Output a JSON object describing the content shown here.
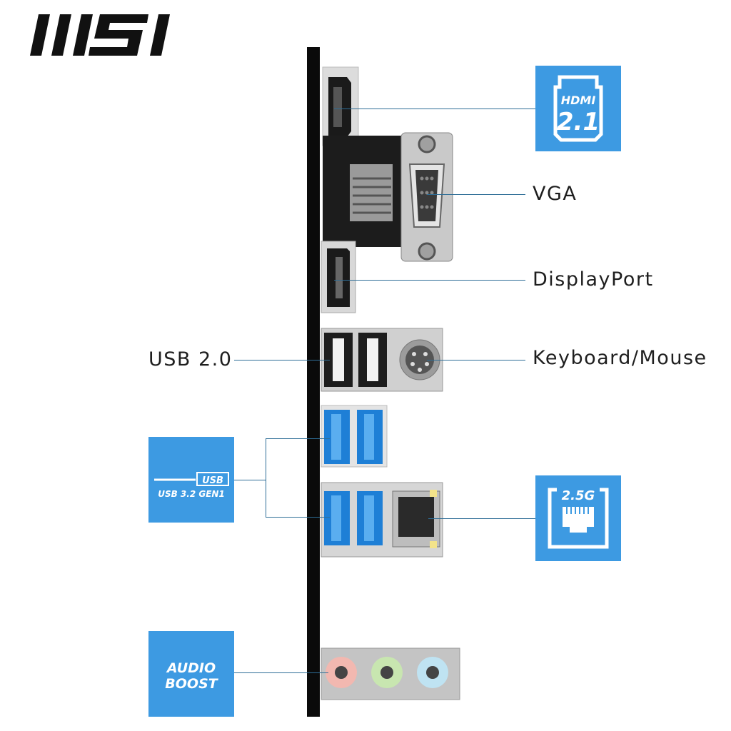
{
  "brand": {
    "logo_text": "MSI"
  },
  "labels": {
    "vga": "VGA",
    "displayport": "DisplayPort",
    "usb20": "USB 2.0",
    "keyboard_mouse": "Keyboard/Mouse"
  },
  "badges": {
    "hdmi": {
      "line1": "HDMI",
      "line2": "2.1"
    },
    "usb32": {
      "tag": "USB",
      "text": "USB 3.2 GEN1"
    },
    "lan": {
      "text": "2.5G"
    },
    "audio": {
      "line1": "AUDIO",
      "line2": "BOOST"
    }
  },
  "colors": {
    "badge_blue": "#3d9ae2",
    "leader_line": "#2f6e97",
    "usb3_blue": "#1e7fd6",
    "audio_pink": "#f2b8b0",
    "audio_green": "#c8e6b0",
    "audio_blue": "#bfe3f2"
  },
  "icons": [
    "hdmi-icon",
    "usb-icon",
    "ethernet-icon",
    "audio-boost-icon"
  ]
}
